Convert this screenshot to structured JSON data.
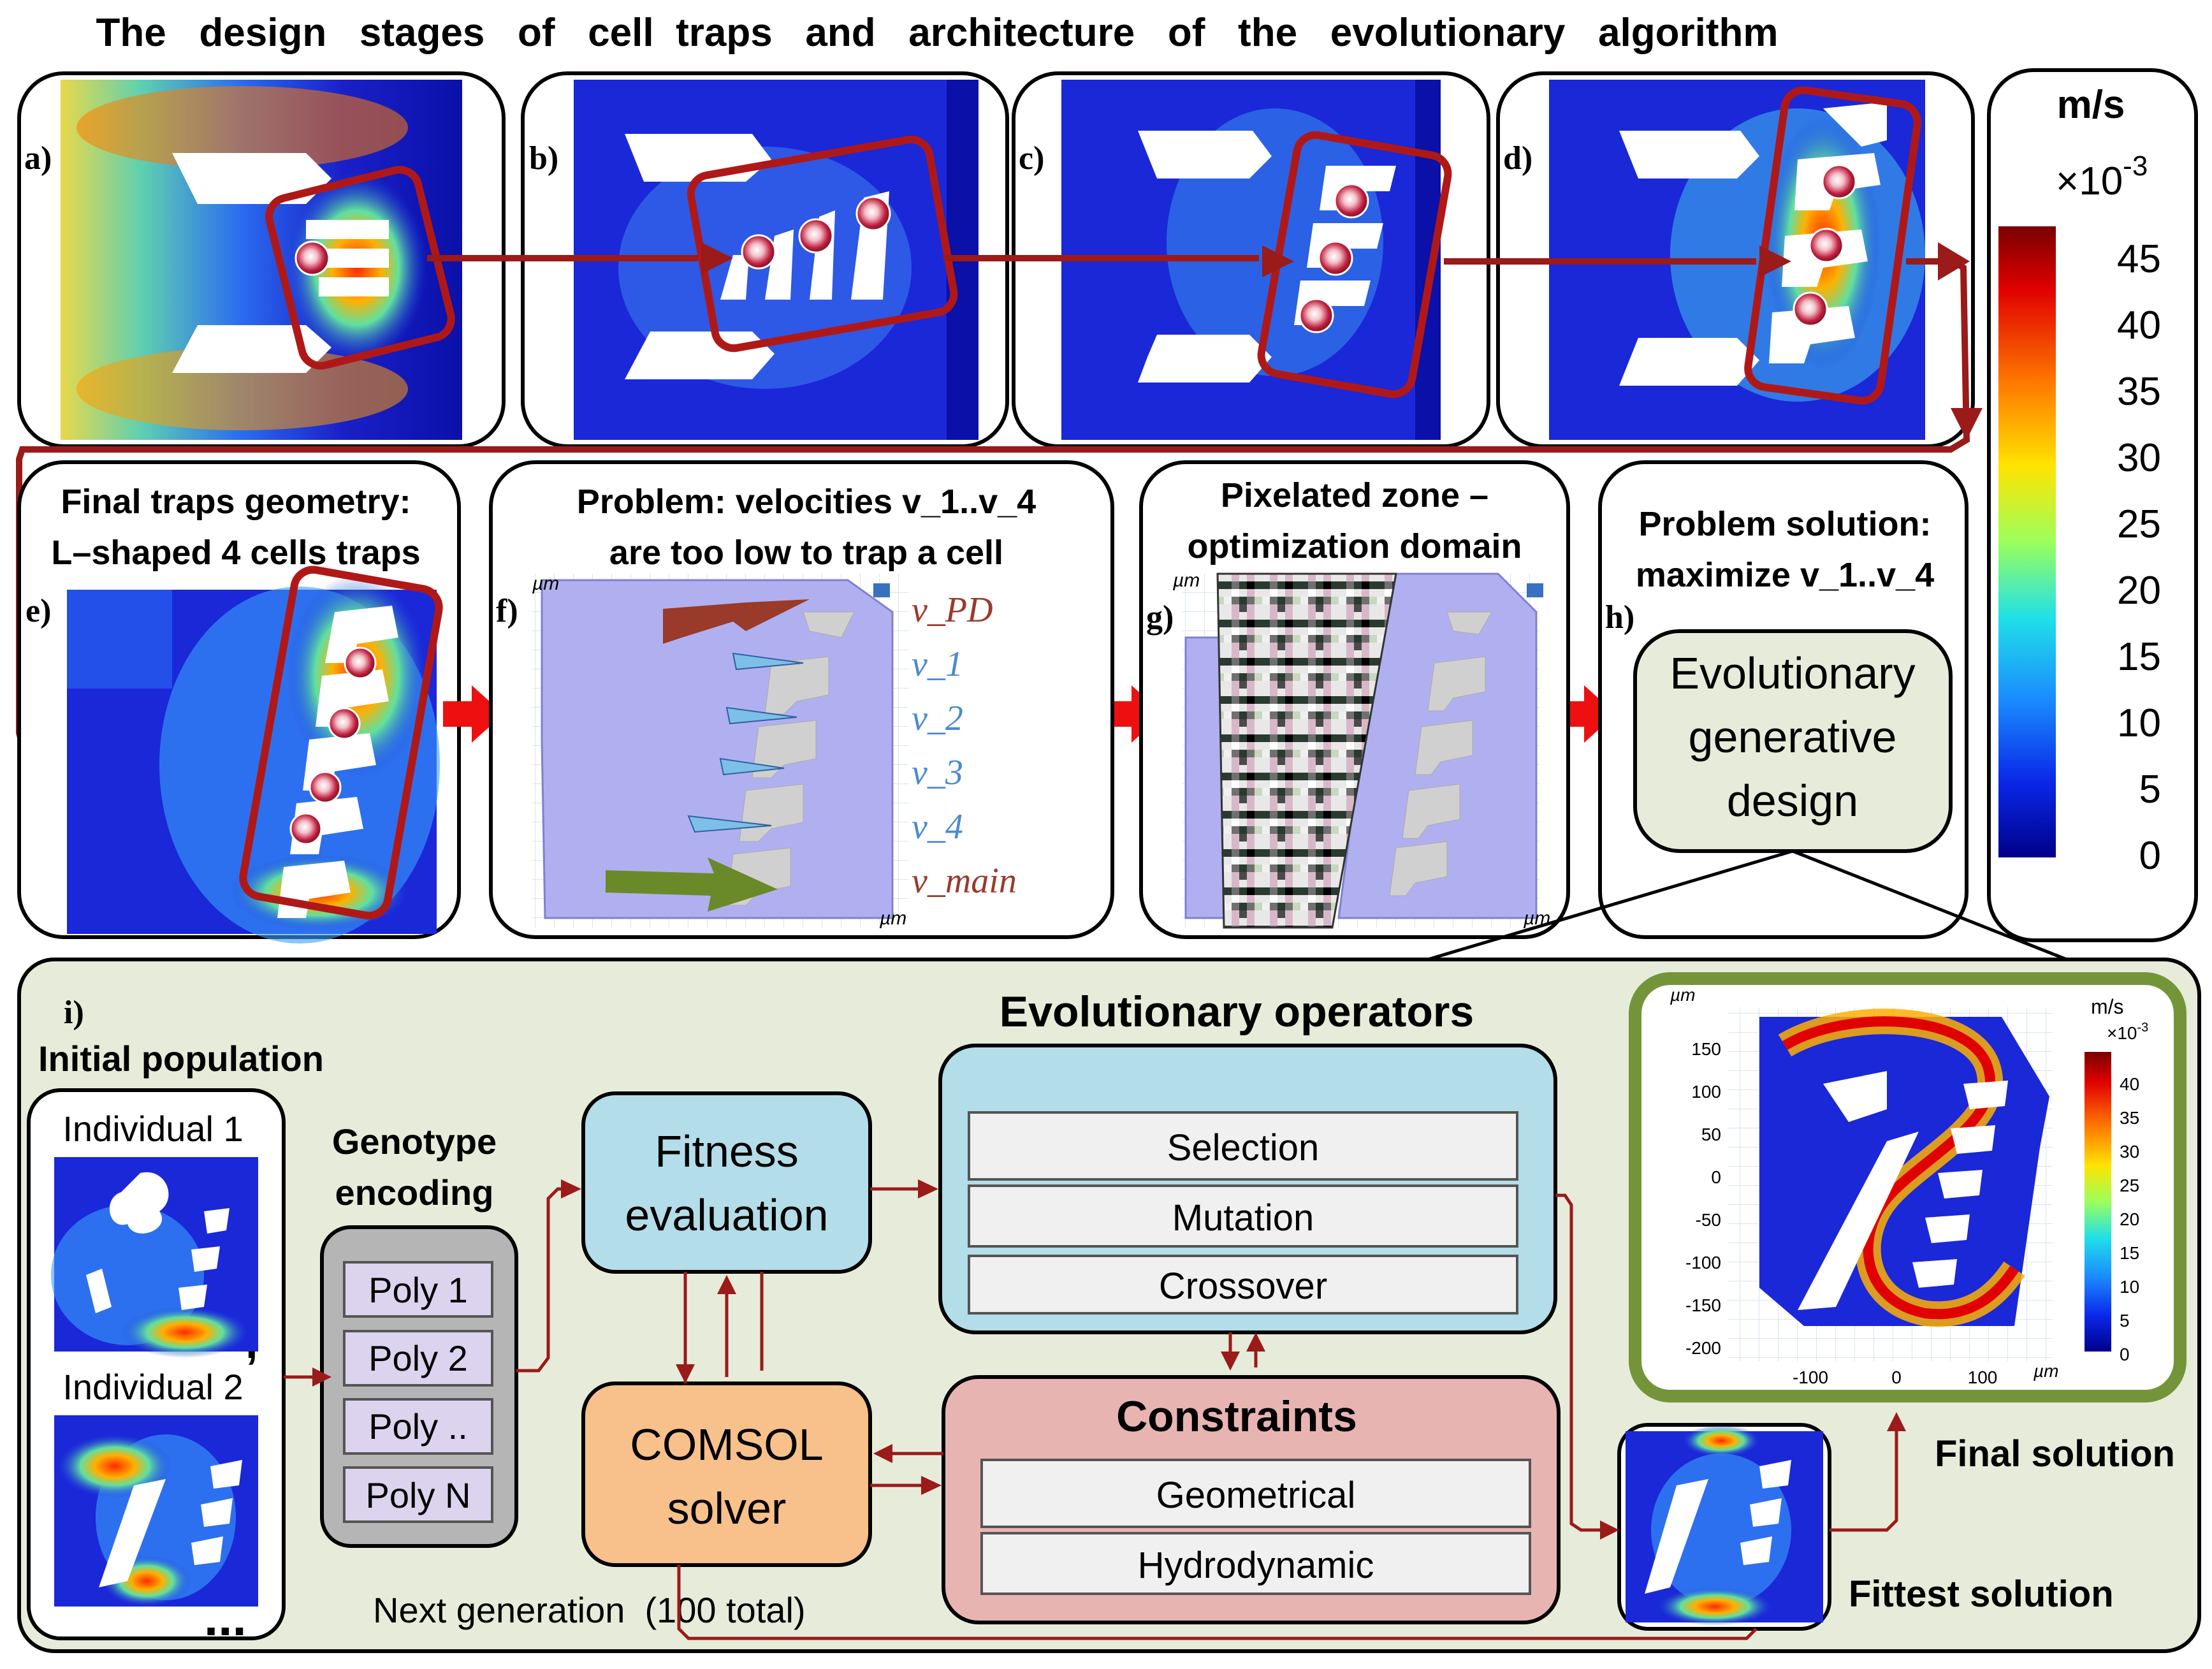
{
  "title": "The   design   stages   of   cell  traps   and   architecture   of   the   evolutionary   algorithm",
  "colorbar": {
    "unit": "m/s",
    "scale": "×10",
    "scale_exp": "-3",
    "ticks": [
      "45",
      "40",
      "35",
      "30",
      "25",
      "20",
      "15",
      "10",
      "5",
      "0"
    ]
  },
  "panels": {
    "a": "a)",
    "b": "b)",
    "c": "c)",
    "d": "d)",
    "e": "e)",
    "f": "f)",
    "g": "g)",
    "h": "h)",
    "i": "i)"
  },
  "stage_e": {
    "line1": "Final traps geometry:",
    "line2": "L–shaped 4 cells traps"
  },
  "stage_f": {
    "line1": "Problem: velocities v_1..v_4",
    "line2": "are too low to trap a cell",
    "unit": "µm",
    "velocity_labels": [
      "v_PD",
      "v_1",
      "v_2",
      "v_3",
      "v_4",
      "v_main"
    ]
  },
  "stage_g": {
    "line1": "Pixelated zone –",
    "line2": "optimization domain",
    "unit": "µm"
  },
  "stage_h": {
    "line1": "Problem solution:",
    "line2": "maximize v_1..v_4",
    "box_lines": [
      "Evolutionary",
      "generative",
      "design"
    ]
  },
  "algorithm": {
    "initial_population": "Initial population",
    "individual_1": "Individual 1",
    "individual_2": "Individual 2",
    "ellipsis": "...",
    "comma": ",",
    "genotype_line1": "Genotype",
    "genotype_line2": "encoding",
    "polys": [
      "Poly 1",
      "Poly 2",
      "Poly ..",
      "Poly N"
    ],
    "fitness_line1": "Fitness",
    "fitness_line2": "evaluation",
    "solver_line1": "COMSOL",
    "solver_line2": "solver",
    "operators_title": "Evolutionary operators",
    "operators": [
      "Selection",
      "Mutation",
      "Crossover"
    ],
    "constraints_title": "Constraints",
    "constraints": [
      "Geometrical",
      "Hydrodynamic"
    ],
    "next_generation": "Next generation  (100 total)",
    "fittest_solution": "Fittest solution",
    "final_solution": "Final solution"
  },
  "final_plot": {
    "unit_axis": "µm",
    "cb_unit": "m/s",
    "cb_scale": "×10",
    "cb_exp": "-3",
    "cb_ticks": [
      "40",
      "35",
      "30",
      "25",
      "20",
      "15",
      "10",
      "5",
      "0"
    ],
    "y_ticks": [
      "150",
      "100",
      "50",
      "0",
      "-50",
      "-100",
      "-150",
      "-200"
    ],
    "x_ticks": [
      "-100",
      "0",
      "100"
    ],
    "x_unit": "µm"
  },
  "colors": {
    "arrow": "#9b1a1a",
    "flow_red": "#b01818",
    "fitness_fill": "#b3dde8",
    "operators_fill": "#b3dde8",
    "solver_fill": "#f8c08a",
    "constraints_fill": "#e8b4b2",
    "panel_bg": "#e6ecd9",
    "genotype_fill": "#b5b5b5",
    "poly_fill": "#dcd3ef",
    "frame_green": "#74943a"
  }
}
